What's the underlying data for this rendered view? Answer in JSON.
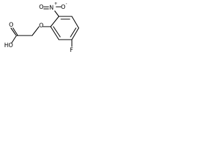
{
  "molecule": {
    "labels": {
      "hydroxyl": "HO",
      "carbonyl_oxygen": "O",
      "ether_oxygen": "O",
      "nitro_nitrogen": "N",
      "nitro_oxygen_left": "O",
      "nitro_oxygen_right": "O",
      "fluorine": "F"
    },
    "charges": {
      "nitrogen": "+",
      "nitro_oxygen": "-"
    },
    "colors": {
      "ink": "#000000",
      "background": "#ffffff"
    }
  }
}
